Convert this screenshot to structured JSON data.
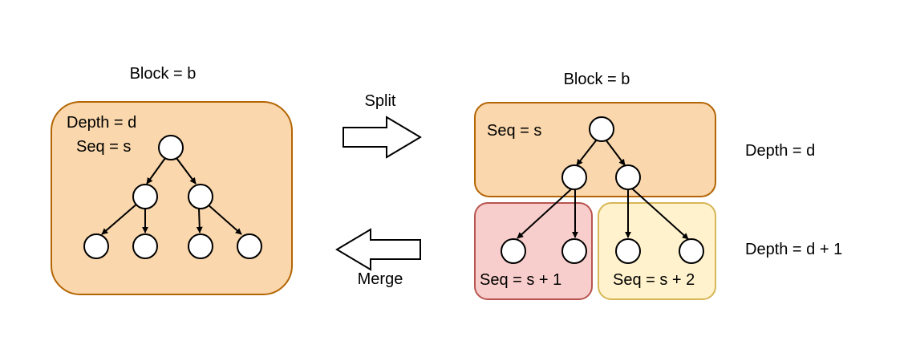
{
  "colors": {
    "orange_fill": "#fad7ac",
    "orange_stroke": "#b46504",
    "red_fill": "#f8cecc",
    "red_stroke": "#b85450",
    "yellow_fill": "#fff2cc",
    "yellow_stroke": "#d6b656"
  },
  "left": {
    "block_label": "Block = b",
    "depth_label": "Depth = d",
    "seq_label": "Seq = s"
  },
  "arrows": {
    "split_label": "Split",
    "merge_label": "Merge"
  },
  "right": {
    "block_label": "Block = b",
    "top_seq_label": "Seq = s",
    "left_seq_label": "Seq = s + 1",
    "right_seq_label": "Seq = s + 2",
    "depth_d_label": "Depth = d",
    "depth_d1_label": "Depth = d + 1"
  }
}
